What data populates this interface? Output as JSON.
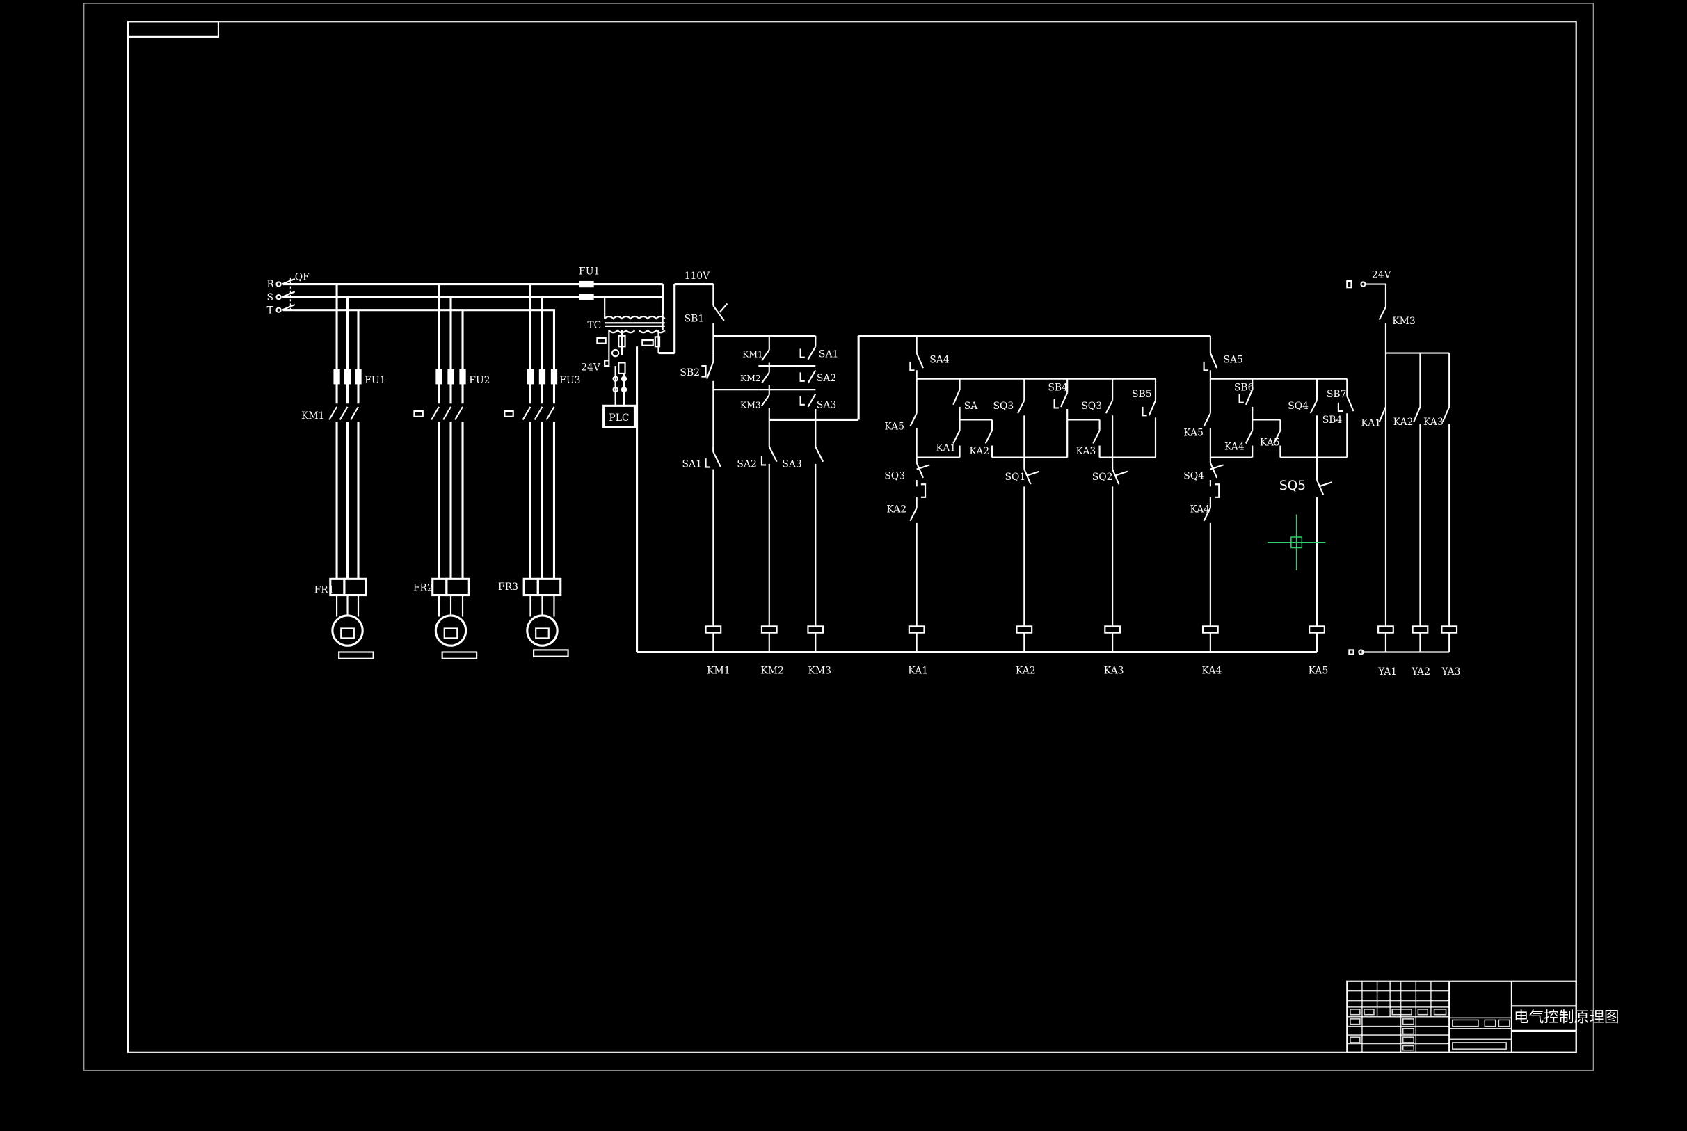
{
  "labels": {
    "R": "R",
    "S": "S",
    "T": "T",
    "QF": "QF",
    "FU1_main": "FU1",
    "FU1": "FU1",
    "FU2": "FU2",
    "FU3": "FU3",
    "TC": "TC",
    "v24_left": "24V",
    "PLC": "PLC",
    "v110": "110V",
    "SB1": "SB1",
    "SB2": "SB2",
    "KM1_c": "KM1",
    "KM2_c": "KM2",
    "KM3_c": "KM3",
    "SA1_r": "SA1",
    "SA2_r": "SA2",
    "SA3_r": "SA3",
    "SA1_b": "SA1",
    "SA2_b": "SA2",
    "SA3_b": "SA3",
    "KM1_m": "KM1",
    "FR1": "FR1",
    "FR2": "FR2",
    "FR3": "FR3",
    "SA4": "SA4",
    "SA5": "SA5",
    "SA": "SA",
    "SQ3_a": "SQ3",
    "SB4_a": "SB4",
    "SQ3_b": "SQ3",
    "SB5": "SB5",
    "KA5_a": "KA5",
    "KA1_a": "KA1",
    "KA2_a": "KA2",
    "KA3_a": "KA3",
    "SQ3_c": "SQ3",
    "KA2_b": "KA2",
    "SQ1": "SQ1",
    "SQ2": "SQ2",
    "SB6": "SB6",
    "SQ4_a": "SQ4",
    "SB7": "SB7",
    "SB4_b": "SB4",
    "KA5_b": "KA5",
    "KA4_a": "KA4",
    "KA5_c": "KA5",
    "SQ4_b": "SQ4",
    "KA4_b": "KA4",
    "SQ5": "SQ5",
    "v24_right": "24V",
    "KM3_r": "KM3",
    "KA1_r": "KA1",
    "KA2_r": "KA2",
    "KA3_r": "KA3"
  },
  "coils": [
    "KM1",
    "KM2",
    "KM3",
    "KA1",
    "KA2",
    "KA3",
    "KA4",
    "KA5",
    "YA1",
    "YA2",
    "YA3"
  ],
  "title_block": {
    "title": "电气控制原理图"
  },
  "colors": {
    "background": "#000000",
    "line": "#ffffff",
    "cursor": "#33cc66"
  }
}
